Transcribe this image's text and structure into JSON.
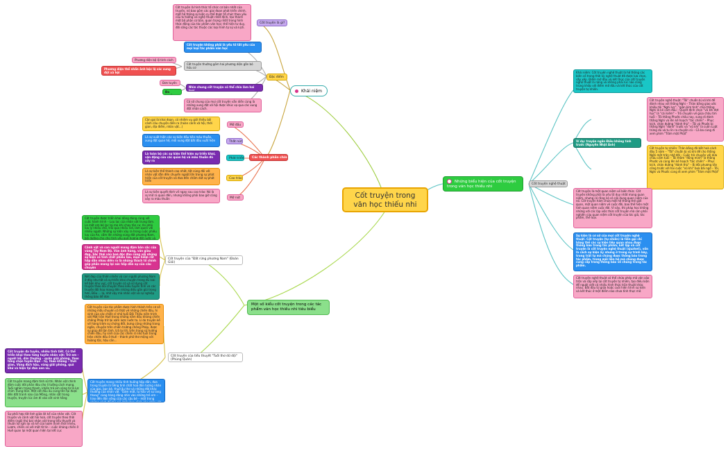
{
  "root": "Cốt truyện trong văn học thiếu nhi",
  "khai_niem": {
    "label": "Khái niệm",
    "ctlg": {
      "label": "Cốt truyện là gì?",
      "text": "Cốt truyện là hình thức tổ chức cơ bản nhất của truyện, nó bao gồm các giai đoạn phát triển chính, một hệ thống sự kiện cụ thể được tổ chức theo yêu cầu tư tưởng và nghệ thuật nhất định, tạo thành một bộ phận cơ bản, quan trọng nhất trong hình thức động của tác phẩm văn học; thể hiện tư duy, đời sống các tác thuộc các loại hình tự sự và kịch."
    },
    "dac_diem": {
      "label": "Đặc điểm",
      "n1": "Cốt truyện không phải là yếu tố tất yếu của mọi loại tác phẩm văn học",
      "n2": "Cốt truyện thường gồm hai phương diện gắn bó hữu cơ",
      "n2a": "Phương diện bộ lộ tính cách",
      "n2b": "Phương diện thể nhấn ảnh bộc lộ các xung đột xã hội",
      "n3": "Nhìn chung cốt truyện có thể chia làm hai loại",
      "n3a": "Đơn tuyến",
      "n3b": "Đa tuyến",
      "n4": "Có sở chung của mọi cốt truyện vẫn diễn cùng là những xung đột xã hội được khúc xạ qua các xung đột nhân cách."
    },
    "thanh_phan": {
      "label": "Các thành phần chính",
      "mo_dau": "Mở đầu",
      "mo_dau_t": "Còn gọi là khai đoạn, có nhiệm vụ giới thiệu bối cảnh câu chuyện diễn ra (hoàn cảnh xã hội, thời gian, địa điểm, nhân vật...)",
      "that_nut": "Thắt nút",
      "that_nut_t": "Là sự xuất hiện các sự kiện đầu tiên mâu thuẫn, xung đột quan hệ, mối xung đột bắt đầu xuất hiện",
      "phat_trien": "Phát triển",
      "phat_trien_t": "Là toàn bộ các sự kiện thể hiện sự triển khai, vận động của các quan hệ và mâu thuẫn đã xảy ra",
      "cao_trao": "Cao trào",
      "cao_trao_t": "Là sự kiện thể thành cao nhất, tột cùng đối với nhân vật dẫn đến chuyển ngoặt lớn trong sự phát triển của cốt truyện và đưa đến chấm dứt sự phát triển",
      "mo_nut": "Mở nút",
      "mo_nut_t": "Là sự kiện quyết định về ngay sau cao trào: Nó là sự mở ra quan đến, nhưng không phải bao giờ cũng xảy ra mâu thuẫn"
    }
  },
  "bieu_hien": {
    "label": "Những biểu hiện của cốt truyện trong văn học thiếu nhi",
    "nt": "Cốt truyện nghệ thuật",
    "nt1": "Khái niệm: Cốt truyện nghệ thuật là hệ thống các biến cố trong thời kỳ nghệ thuật đã được lựa chọn, sắp xếp. Điểm mở đầu và kết thúc của cốt truyện nghệ thuật là nặng và không phải lúc nào cũng trùng khớp với điểm mở đầu và kết thúc của cốt truyện tự nhiên.",
    "nt2_label": "Ví dụ: truyện ngắn Điều không tính trước (Nguyễn Nhật Ánh)",
    "nt2a": "Cốt truyện nghệ thuật: \"Tôi\" chuẩn bị vũ khí để đánh nhau với thằng Nghi – Thân bằng giao ước khiêu tôi \"Nghi lực\", \"giận kìm tinh\" chia thẳng Nghi là kẻ cảm đầu – Quyết định chọn \"vũ khí đợt học\" là \"cái kiếm\" – Trò chuyện về giúa châu tìm tuổi – Tôi thằng Phước chấu nay, sung di đánh thằng Nghi và lên kế hoạch \"tác chiến\" – Phục kích, chặn đường \"đánh thù\" – Tôi và Phước bị thằng Nghi \"đánh\" trước và \"vũ khí\" là cuốn Luật trứng dù và tu lin ra chuyện cũ – Cả ba cùng đi xem phim \"Trăm mặt Phật\"",
    "nt2b": "Cốt truyện tự nhiên: Thân bằng đã bắt hoà cách đây 5 năm – \"Tôi\" chuẩn bị vũ khí để cho thằng Nghi một trận nhớ đời – Cuộc trò chuyện với dừa cháu cậm tuổi – Tôi thằm \"đồng minh\" là thằng Phước và cùng lên kế hoạch \"tác chiến\" – Phục kích, chặn đường \"đánh thù\" – Bị đội phương tấn công trước với hai cuộc \"vũ khí\" bưa bãi ngờ – Tôi, Nghi và Phước cùng đi xem phim \"Trăm mặt Phật\"",
    "nt3": "Cốt truyện là một quan niệm về biến thức. Cốt truyện không phải là yếu tố duy nhất mang quan niệm, nhưng có rằng nó có nội dung quan niệm của nó. Cốt truyện hàm chứa một hệ thống thế giới quan, một quan niệm về cuộc đời, bao thể hiện một tinh quan niệm cuộc đời. Vì vậy, thì pháp học không những với các lập việc thức cốt truyện mà còn phải nghiên cứu quan niệm cốt truyện của tác giả, tác phẩm, thể loại.",
    "nt4": "Sự kiện là cơ sở của mọi cốt truyện nghệ thuật. Cốt truyện (tự nhiên) là tiến gọi chỉ bằng thể các sự kiện liên quan nhau được thông báo trong tác phẩm, kết lập và cốt truyện là cốt truyện nghệ thuật (sjuzhet), vốn là cách sự kiện ấy nhưng ở trong sự trình bày, trong trật tự mà chúng được thông báo trong tác phẩm, trong mối liên hệ mà chúng được cung cấp trong thông báo về chúng trong tác phẩm.",
    "nt5": "Cốt truyện nghệ thuật có thể chứa phép mã văn xảo trộn và sắp xếp lại cốt truyện tự nhiên, tạo điều kiện để người viết có nhiều hình thức trần thuật khác nhau. Bắt đầu từ giữa hoặc cuối hiện trình sự kiện và kết thúc ở một điểm nào chưa tình thực mở."
  },
  "mot_so": {
    "label": "Một số kiểu cốt truyện trong các tác phẩm văn học thiếu nhi tiêu biểu",
    "dr": "Cốt truyện của \"Đất rừng phương Nam\" (Đoàn Giỏi)",
    "dr1": "Cốt truyện được triển khai dòng đúng cùng với cuộc hành trình – Lưu lạc của nhân vật trung tâm. Là một em bé lạc lại mẹ khi chạy tản cư, An phải lưu ly nhiều chỗ, trải qua nhiều nơi, làm quen với nhiều người. Những sự kiện xảy ra trong cuộc phiêu lưu của An, cắm lên những vùng đất phương Nam, bối dưỡng cho chú tình yêu quê hương đất nước và cuộc sống",
    "dr2": "Cảnh vật và con người mang đậm bản sắc của vùng Tây Nam Bộ. Văn ảnh hùng, văn giàu đẹp. Sắc thái văn hoá độc đáo cùng với những sự kiện có tính chất phiêu lưu, mạo hiểm rất hấp dẫn nhau diễn ra là những thách tổ chính góp phần mang lại sức hấp dẫn sự của câu chuyện",
    "dr3": "Nét đẹp của thiên nhiên và con người phương Nam ở đây như tất cả sự triển khai chuyện trong đủ loài kể bên khu vực, cốt truyện có và sử dụng cốt truyện theo dõi chuyện theo kiểu tuyến tính và các truyện đối hoạ mang đến những điều gần gũi trong hơn, Đồu ... lạ, nhờ vậy mà nhân vật và sự nghiệp thông báo để đơn",
    "tt": "Cốt truyện của tiểu thuyết \"Tuổi thơ dữ dội\" (Phùng Quán)",
    "tt1": "Cốt truyện của tác phẩm được hình thành trên cơ sở những mẩu chuyện có thật về những chiến đấu, hi sinh của các chiến sĩ nhỏ tuổi Đội Thiếu niên trinh sát Mặt trận Huế trong những năm đầu kháng chiến chống Pháp trờ lại xâm lược nước ta. Lí do truyện kể về hàng trăm sự chứng đốt, bưng cũng những trang ngắn, chuyện trên chiến trường chống Pháp, được sự giúp đỡ tận tình, trả lại lời, trên trang sử hướng chiến đấu, hy sinh của các chiến sĩ nhỏ tuổi trong trận chiến đấu ở Huế – thành phố thơ mộng với hoàng tộc, hậu cần...",
    "tt2": "Cốt truyện mang nhiều tình huống hấp dẫn, đưa trong truyện là tiếng tinh chất hoá đồn tượng nhân của giai, bạn bè, thuở ấu thơ và những đời khác thường của nhân vật. \"Dám mất, tự hào về sự lang thang\" cùng hàng dâng nhìn vào những trẻ em – trao đến đón sống của các cậu bé – một trong những cách để tác giả khắc họa cảnh các nhân vật.",
    "tt3": "Cốt truyện đa tuyến, nhiều tình tiết. Có thể triển khai theo từng tuyến nhân vật: Trở em – người kể, dân thường – quân giải phóng, theo từng chặn tuyến Đạn – tự, theo không – thời gian, Vùng địch hậu, vùng giải phóng, quá khứ và hiện tại đan xen vu.",
    "tt4": "Cốt truyện mang đậm tính sử thi. Nhân vật chính đảm cuộc đời phản đâu cho lí tưởng cách mạng. Tuổi nghèn trang thanh, khiến trẻ em sóng từ là lực chim Trung Hồn. Một cốt đồu ấu cùng tên tại được đến đất tranh nào của Mông, nhân sắt trong truyện, truyện lúc ảm đi vào cốt vinh hằng",
    "tt5": "Sự phối hợp tất tình giữa lời kể của nhân vật. Cốt truyện và cảnh vật hài hoà, cốt truyện theo thời điểm (ngôi thứ ba) nhận vật trong tiểu thuyết và thuần lợi (ghi lại và kể của lượm (kinh thời nhiều, Lượm, chiến có với một tờ tin – cuộc kháng chiến ở Huế quan lại một quan hiện tại kết cục"
  }
}
